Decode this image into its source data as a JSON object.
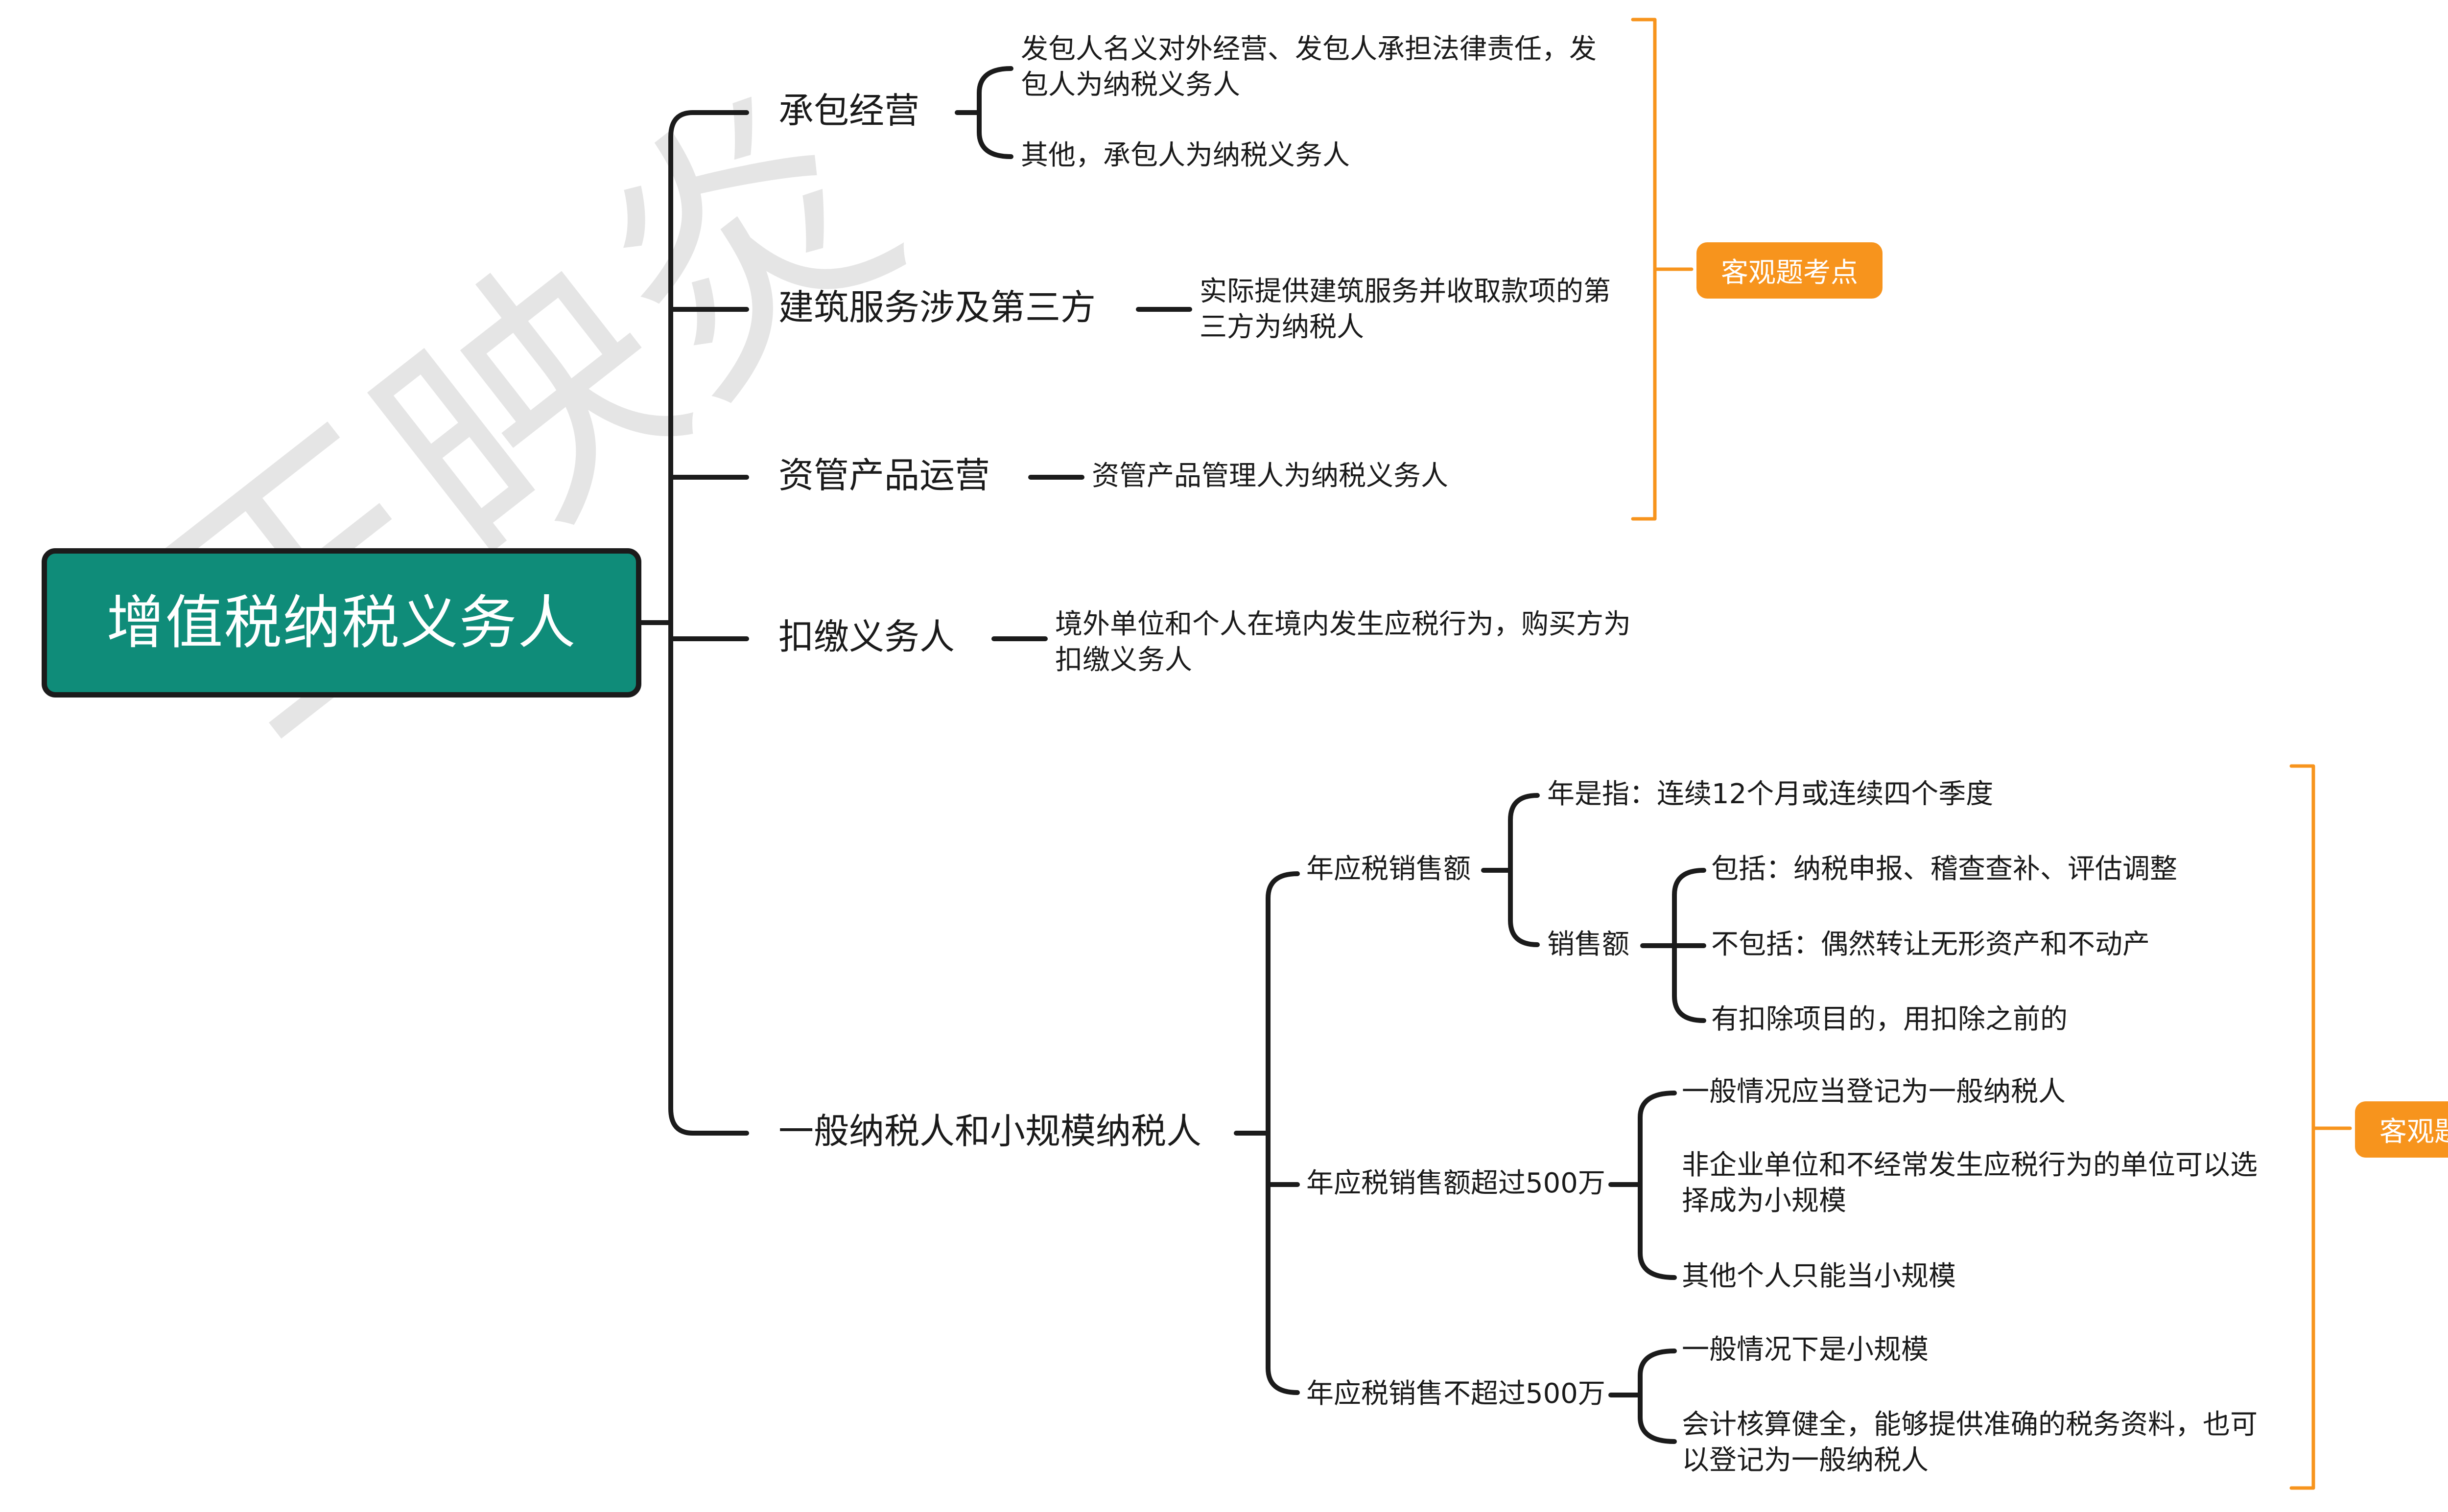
{
  "root": {
    "label": "增值税纳税义务人"
  },
  "branches": {
    "contract": {
      "label": "承包经营",
      "items": [
        "发包人名义对外经营、发包人承担法律责任，发包人为纳税义务人",
        "其他，承包人为纳税义务人"
      ]
    },
    "construction": {
      "label": "建筑服务涉及第三方",
      "items": [
        "实际提供建筑服务并收取款项的第三方为纳税人"
      ]
    },
    "asset": {
      "label": "资管产品运营",
      "items": [
        "资管产品管理人为纳税义务人"
      ]
    },
    "withholding": {
      "label": "扣缴义务人",
      "items": [
        "境外单位和个人在境内发生应税行为，购买方为扣缴义务人"
      ]
    },
    "general": {
      "label": "一般纳税人和小规模纳税人",
      "sales": {
        "label": "年应税销售额",
        "year": "年是指：连续12个月或连续四个季度",
        "amount": {
          "label": "销售额",
          "items": [
            "包括：纳税申报、稽查查补、评估调整",
            "不包括：偶然转让无形资产和不动产",
            "有扣除项目的，用扣除之前的"
          ]
        }
      },
      "over": {
        "label": "年应税销售额超过500万",
        "items": [
          "一般情况应当登记为一般纳税人",
          "非企业单位和不经常发生应税行为的单位可以选择成为小规模",
          "其他个人只能当小规模"
        ]
      },
      "under": {
        "label": "年应税销售不超过500万",
        "items": [
          "一般情况下是小规模",
          "会计核算健全，能够提供准确的税务资料，也可以登记为一般纳税人"
        ]
      }
    }
  },
  "tags": {
    "top": "客观题考点",
    "bottom": "客观题考点"
  },
  "watermark": "王映炎",
  "colors": {
    "root_fill": "#0f8c79",
    "tag_fill": "#f7941d",
    "line": "#1b1b1b",
    "bracket": "#f7941d"
  }
}
